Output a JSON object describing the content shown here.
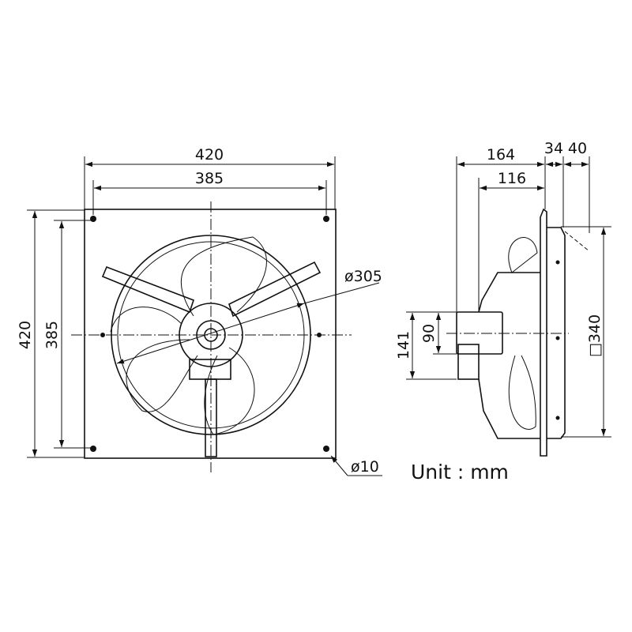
{
  "title": "Wall mount fan dimensions",
  "front_view": {
    "width_outer": "420",
    "width_holes": "385",
    "height_outer": "420",
    "height_holes": "385",
    "blade_diameter": "ø305",
    "hole_diameter": "ø10"
  },
  "side_view": {
    "depth_total": "164",
    "depth_motor": "116",
    "frame_depth": "34",
    "shutter_depth": "40",
    "motor_box_height": "141",
    "motor_height": "90",
    "frame_square": "□340"
  },
  "unit_label": "Unit : mm"
}
